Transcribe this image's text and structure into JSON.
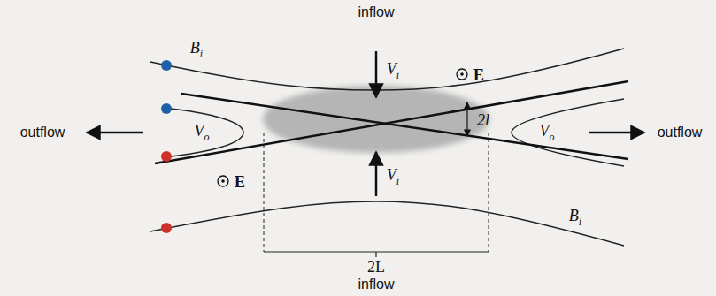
{
  "diagram": {
    "labels": [
      "inflow",
      "Bi",
      "Vi",
      "E",
      "2l",
      "outflow",
      "Vo",
      "Vo",
      "outflow",
      "E",
      "Vi",
      "Bi",
      "2L",
      "inflow"
    ]
  }
}
